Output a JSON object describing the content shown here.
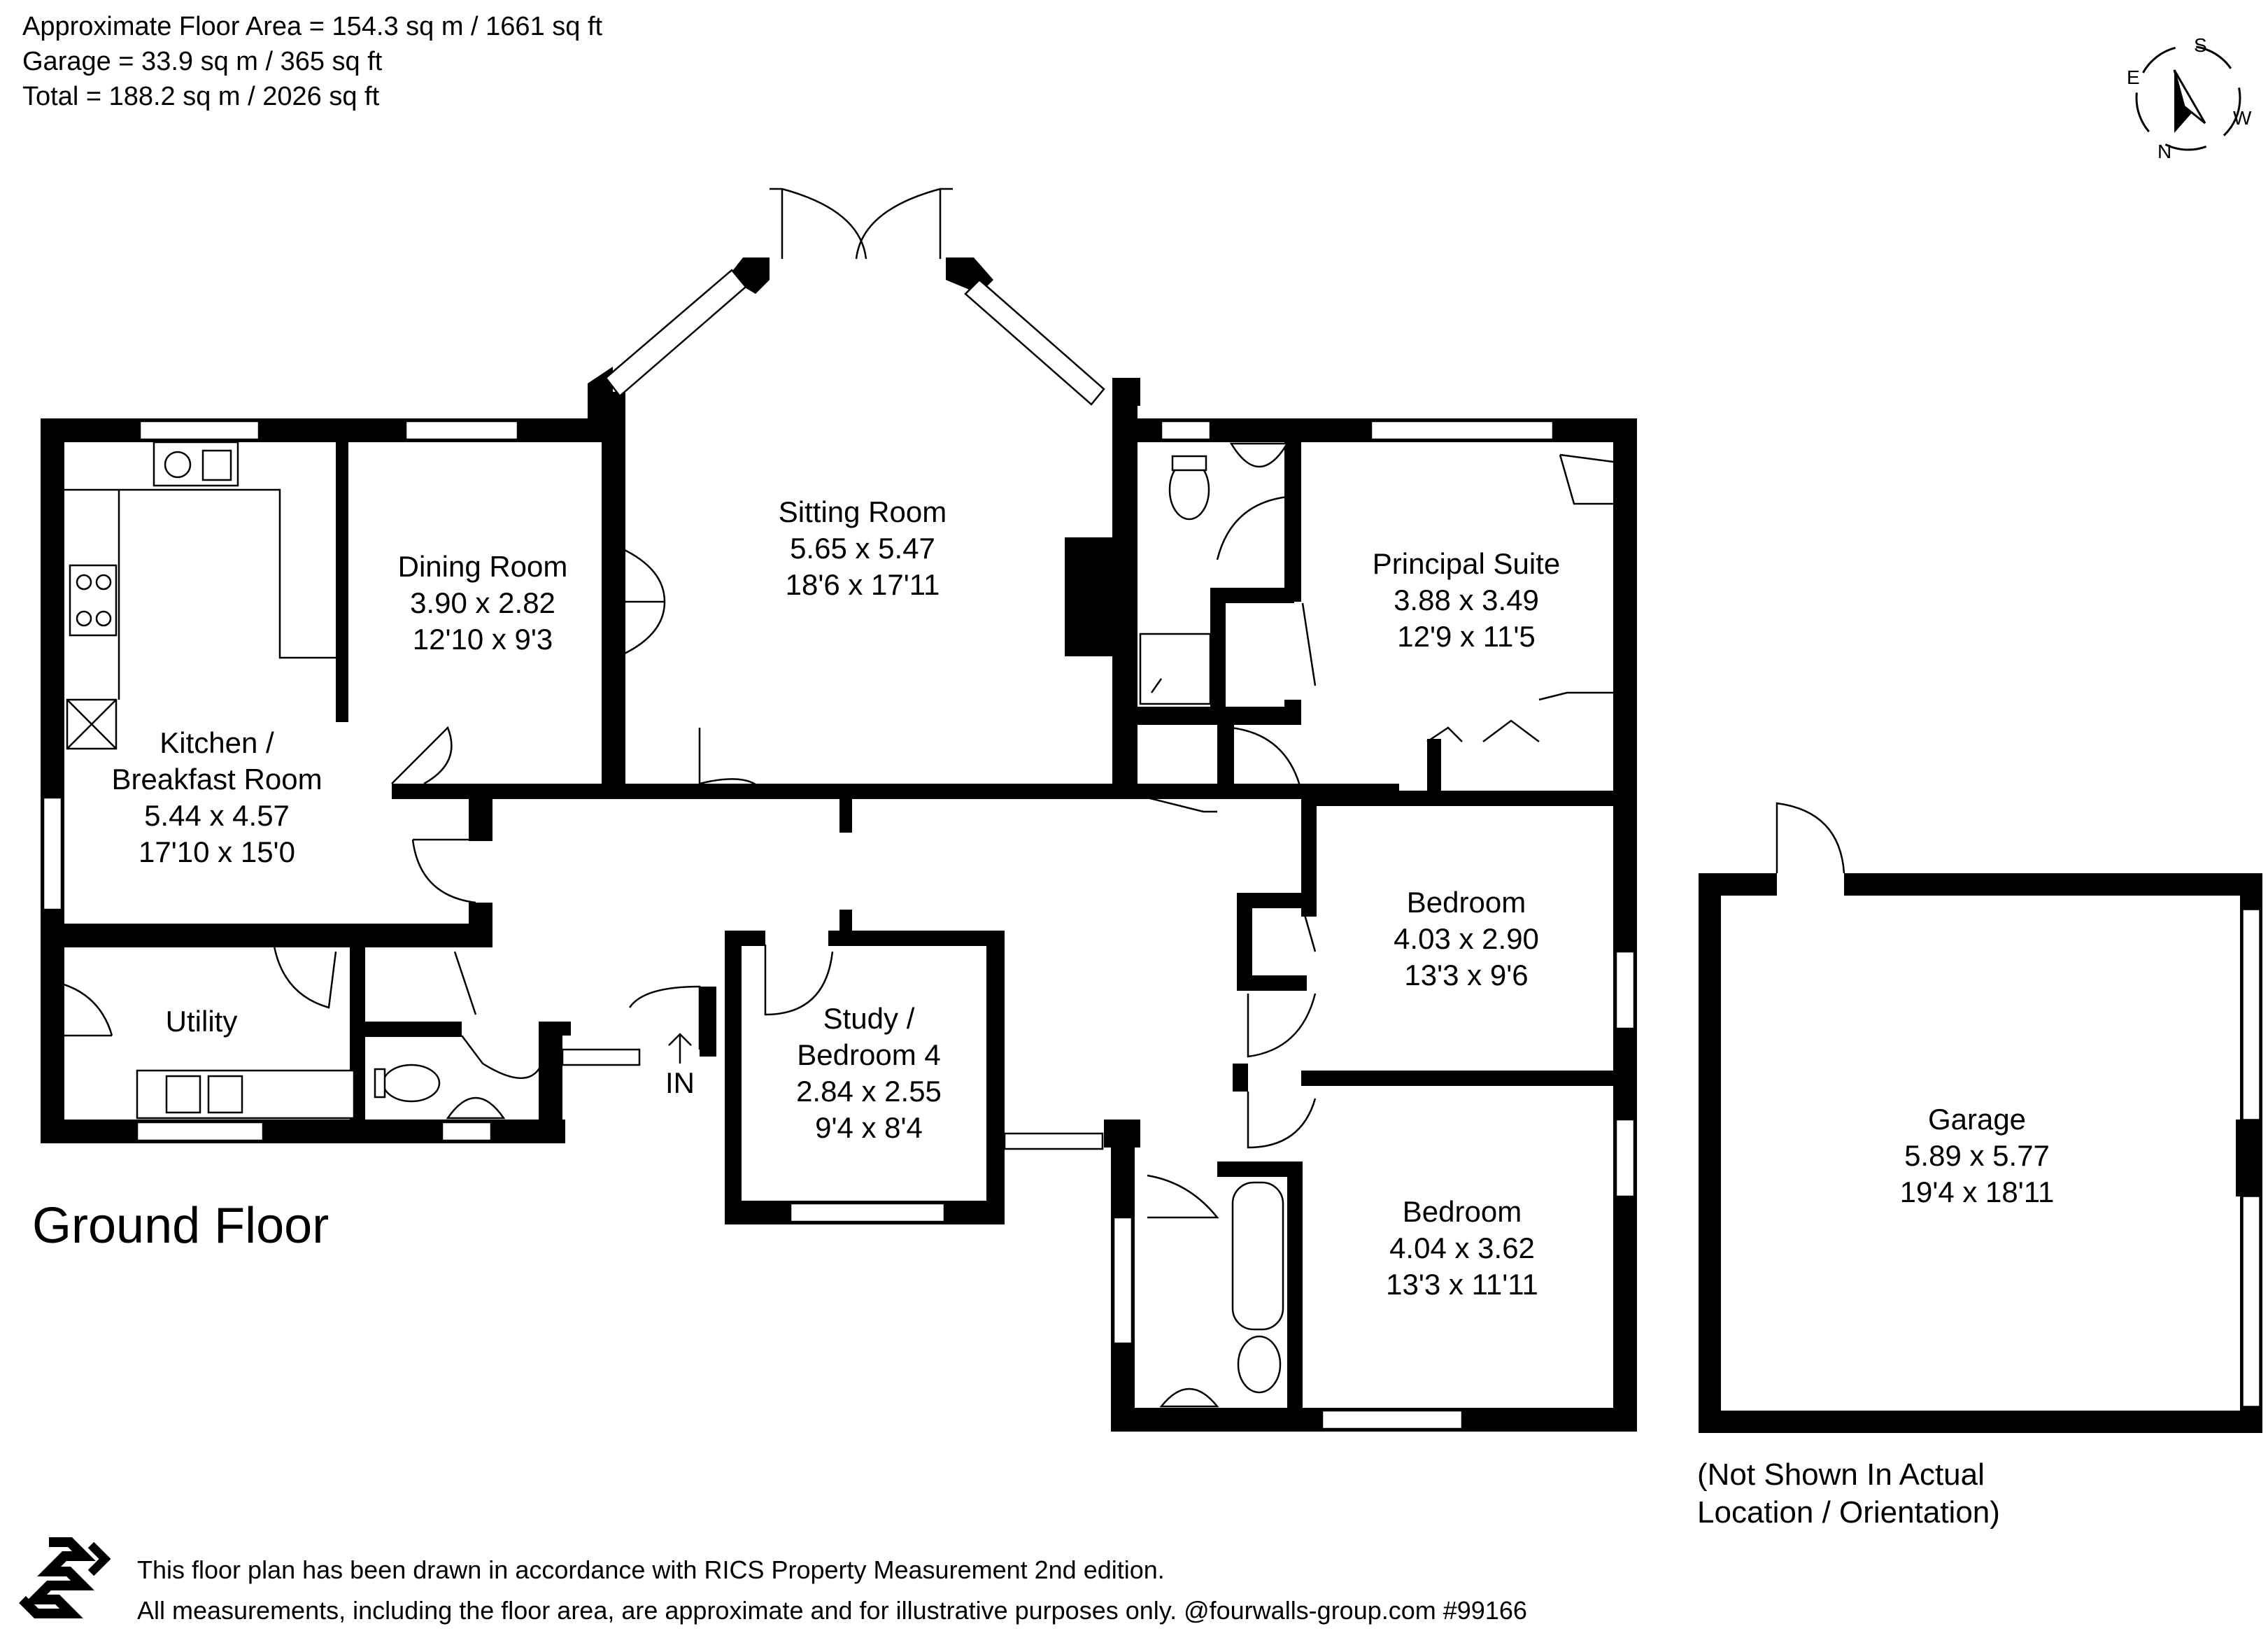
{
  "header": {
    "line1": "Approximate Floor Area = 154.3 sq m / 1661 sq ft",
    "line2": "Garage = 33.9 sq m / 365 sq ft",
    "line3": "Total = 188.2 sq m / 2026 sq ft"
  },
  "compass": {
    "n": "N",
    "s": "S",
    "e": "E",
    "w": "W"
  },
  "floor_title": "Ground Floor",
  "entrance_label": "IN",
  "rooms": {
    "sitting": {
      "name": "Sitting Room",
      "metric": "5.65 x 5.47",
      "imperial": "18'6 x 17'11"
    },
    "dining": {
      "name": "Dining Room",
      "metric": "3.90 x 2.82",
      "imperial": "12'10 x 9'3"
    },
    "kitchen": {
      "name1": "Kitchen /",
      "name2": "Breakfast Room",
      "metric": "5.44 x 4.57",
      "imperial": "17'10 x 15'0"
    },
    "utility": {
      "name": "Utility"
    },
    "principal": {
      "name": "Principal Suite",
      "metric": "3.88 x 3.49",
      "imperial": "12'9 x 11'5"
    },
    "bedroom2": {
      "name": "Bedroom",
      "metric": "4.03 x 2.90",
      "imperial": "13'3 x 9'6"
    },
    "bedroom3": {
      "name": "Bedroom",
      "metric": "4.04 x 3.62",
      "imperial": "13'3 x 11'11"
    },
    "study": {
      "name1": "Study /",
      "name2": "Bedroom 4",
      "metric": "2.84 x 2.55",
      "imperial": "9'4 x 8'4"
    },
    "garage": {
      "name": "Garage",
      "metric": "5.89 x 5.77",
      "imperial": "19'4 x 18'11"
    }
  },
  "garage_note": {
    "line1": "(Not Shown In Actual",
    "line2": "Location / Orientation)"
  },
  "footer": {
    "line1": "This floor plan has been drawn in accordance with RICS Property Measurement 2nd edition.",
    "line2": "All measurements, including the floor area, are approximate and for illustrative purposes only. @fourwalls-group.com #99166"
  }
}
